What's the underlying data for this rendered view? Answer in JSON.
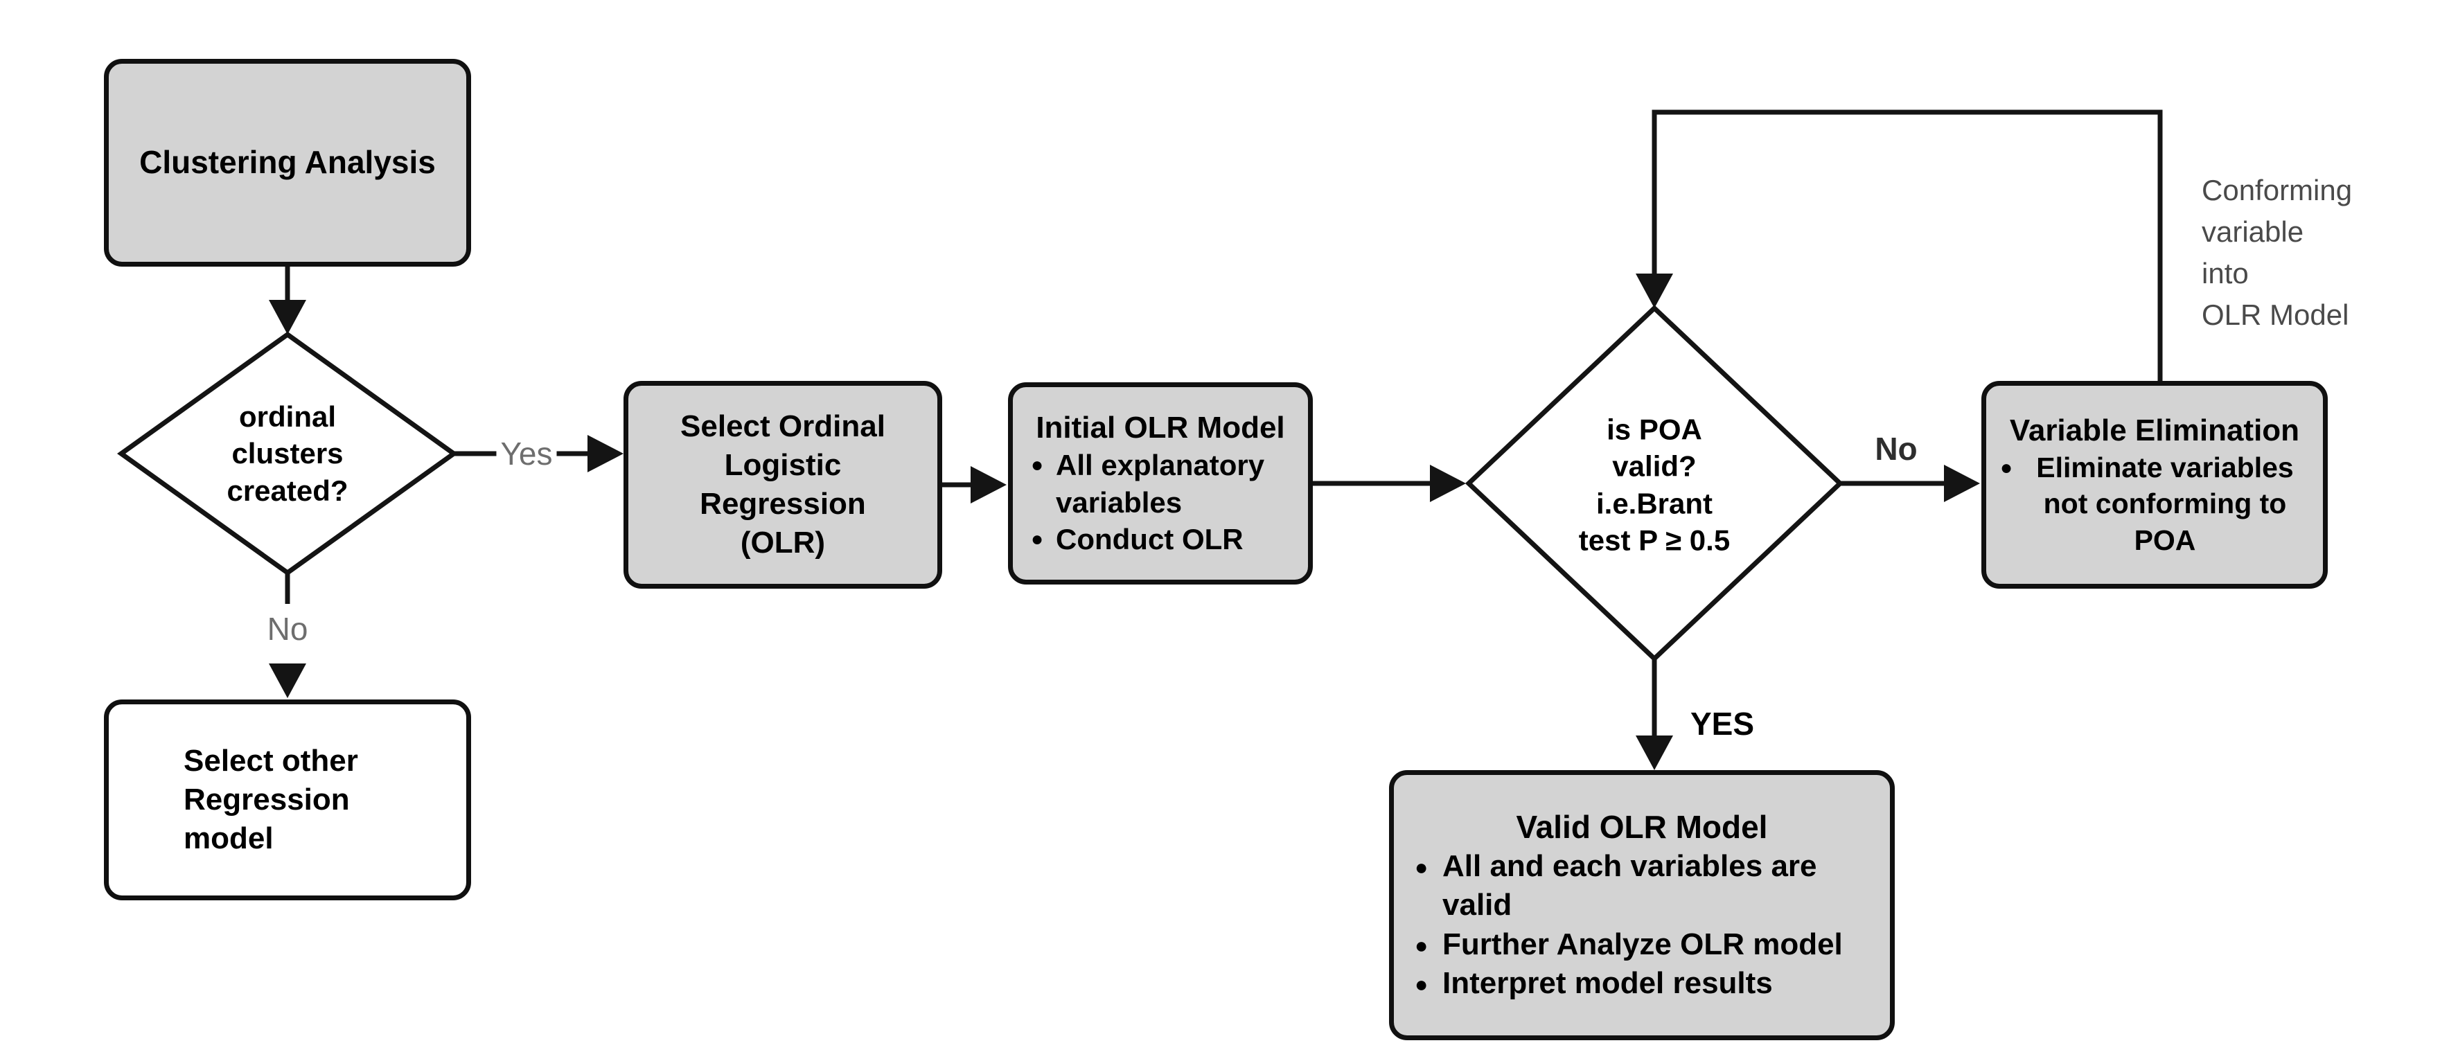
{
  "colors": {
    "background": "#ffffff",
    "node_fill": "#d3d3d3",
    "node_border": "#101010",
    "decision_fill": "#ffffff",
    "connector": "#141414",
    "edge_label_gray": "#6e6e6e",
    "edge_label_dark": "#2e2e2e",
    "annotation_gray": "#4a4a4a"
  },
  "icons": {
    "bullet": "●"
  },
  "nodes": {
    "clustering": {
      "label": "Clustering Analysis"
    },
    "ordinal_decision": {
      "lines": [
        "ordinal",
        "clusters",
        "created?"
      ]
    },
    "select_other": {
      "lines": [
        "Select other",
        "Regression",
        "model"
      ]
    },
    "select_olr": {
      "lines": [
        "Select Ordinal",
        "Logistic",
        "Regression",
        "(OLR)"
      ]
    },
    "initial_olr": {
      "title": "Initial OLR Model",
      "bullets": [
        "All explanatory variables",
        "Conduct OLR"
      ]
    },
    "poa_decision": {
      "lines": [
        "is POA",
        "valid?",
        "i.e.Brant",
        "test P ≥ 0.5"
      ]
    },
    "variable_elimination": {
      "title": "Variable Elimination",
      "bullets": [
        "Eliminate variables not conforming to POA"
      ]
    },
    "valid_olr": {
      "title": "Valid OLR Model",
      "bullets": [
        "All and each variables are valid",
        "Further Analyze OLR model",
        "Interpret model results"
      ]
    }
  },
  "edges": {
    "ordinal_yes_label": "Yes",
    "ordinal_no_label": "No",
    "poa_no_label": "No",
    "poa_yes_label": "YES",
    "feedback_annotation": [
      "Conforming",
      "variable",
      "into",
      "OLR Model"
    ]
  }
}
